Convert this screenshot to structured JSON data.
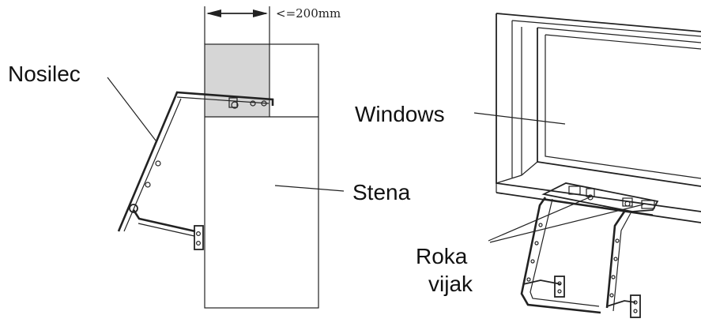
{
  "labels": {
    "dimension": "<=200mm",
    "bracket": "Nosilec",
    "wall": "Stena",
    "window": "Windows",
    "screw_line1": "Roka",
    "screw_line2": "vijak"
  },
  "colors": {
    "line": "#222222",
    "shade": "#d6d6d6",
    "background": "#ffffff"
  }
}
